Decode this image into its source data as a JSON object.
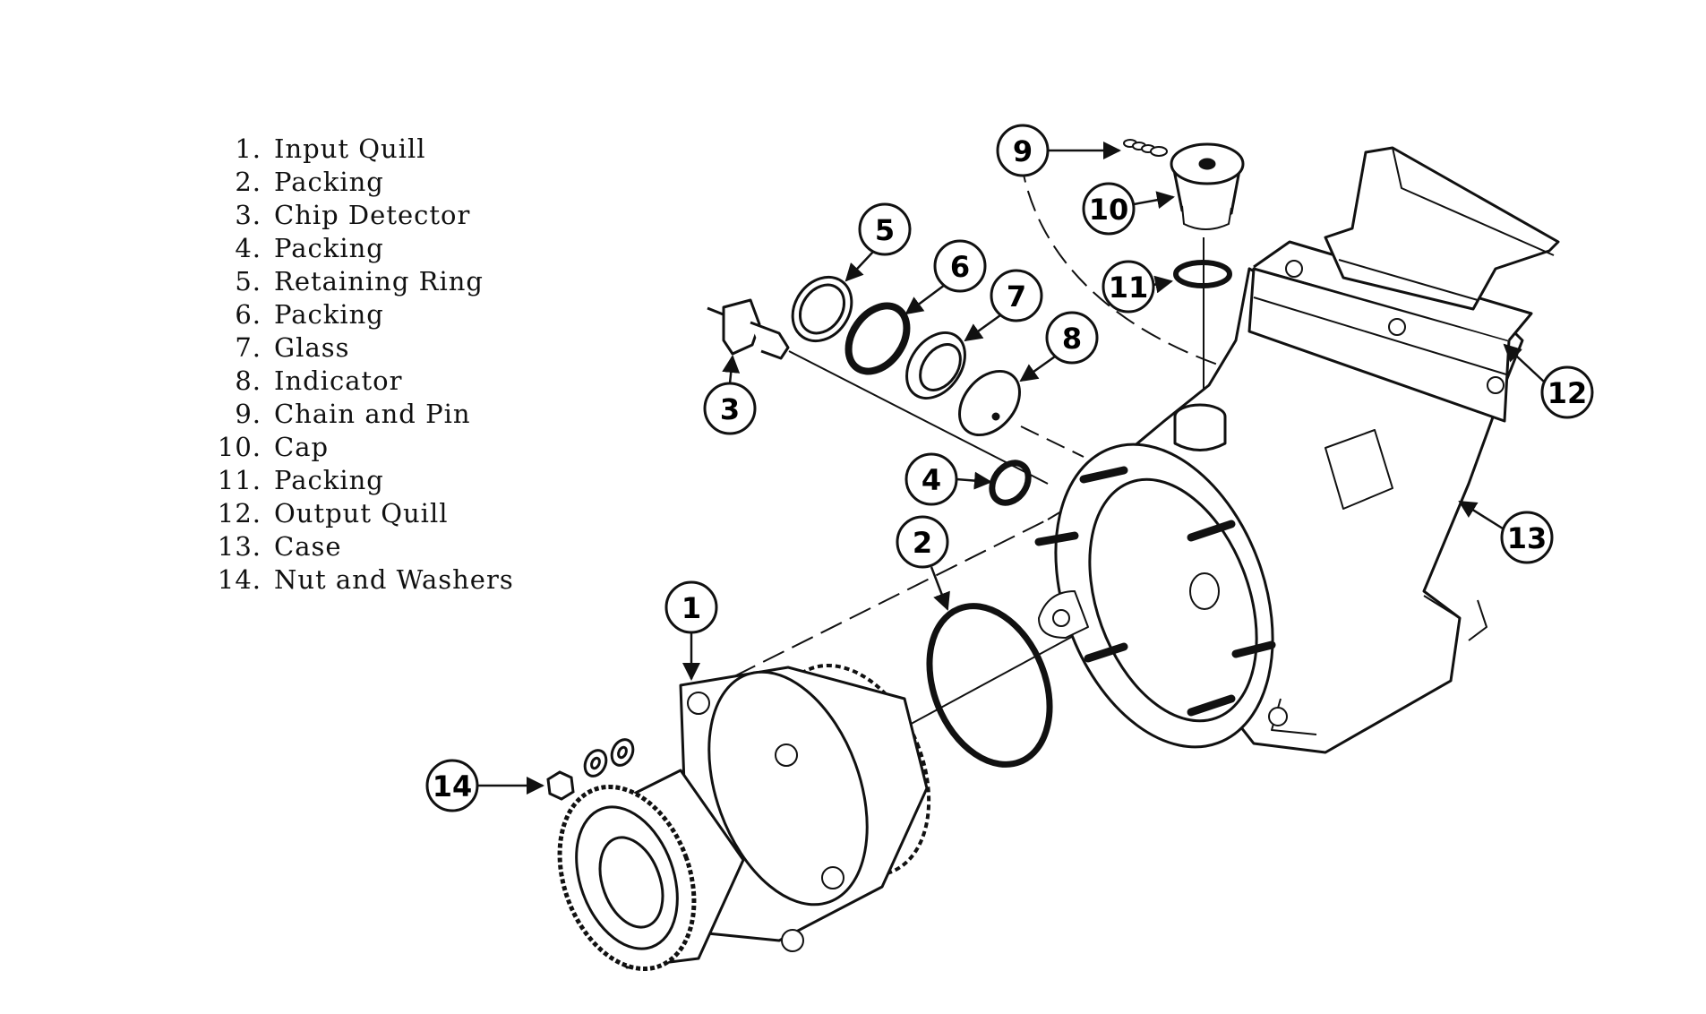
{
  "legend": [
    {
      "num": "1.",
      "label": "Input Quill"
    },
    {
      "num": "2.",
      "label": "Packing"
    },
    {
      "num": "3.",
      "label": "Chip Detector"
    },
    {
      "num": "4.",
      "label": "Packing"
    },
    {
      "num": "5.",
      "label": "Retaining Ring"
    },
    {
      "num": "6.",
      "label": "Packing"
    },
    {
      "num": "7.",
      "label": "Glass"
    },
    {
      "num": "8.",
      "label": "Indicator"
    },
    {
      "num": "9.",
      "label": "Chain and Pin"
    },
    {
      "num": "10.",
      "label": "Cap"
    },
    {
      "num": "11.",
      "label": "Packing"
    },
    {
      "num": "12.",
      "label": "Output Quill"
    },
    {
      "num": "13.",
      "label": "Case"
    },
    {
      "num": "14.",
      "label": "Nut and Washers"
    }
  ],
  "callouts": {
    "c1": "1",
    "c2": "2",
    "c3": "3",
    "c4": "4",
    "c5": "5",
    "c6": "6",
    "c7": "7",
    "c8": "8",
    "c9": "9",
    "c10": "10",
    "c11": "11",
    "c12": "12",
    "c13": "13",
    "c14": "14"
  }
}
